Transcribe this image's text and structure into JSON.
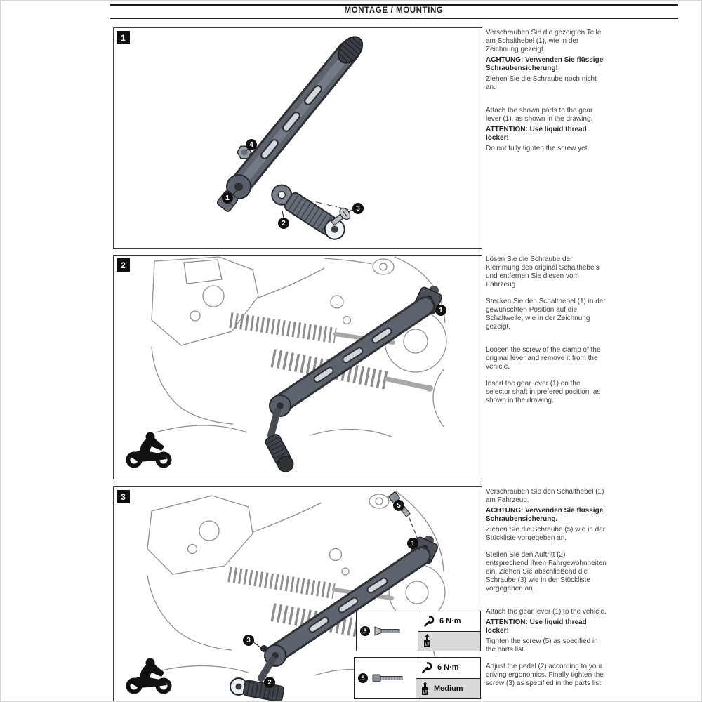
{
  "header": {
    "title": "MONTAGE / MOUNTING"
  },
  "steps": [
    {
      "number": "1",
      "de": {
        "p1": "Verschrauben Sie die gezeigten Teile am Schalthebel (1), wie in der Zeichnung gezeigt.",
        "p2": "ACHTUNG: Verwenden Sie flüssige Schraubensicherung!",
        "p3": "Ziehen Sie die Schraube noch nicht an."
      },
      "en": {
        "p1": "Attach the shown parts to the gear lever (1), as shown in the drawing.",
        "p2": "ATTENTION: Use liquid thread locker!",
        "p3": "Do not fully tighten the screw yet."
      },
      "callouts": {
        "c1": "4",
        "c2": "1",
        "c3": "2",
        "c4": "3"
      }
    },
    {
      "number": "2",
      "de": {
        "p1": "Lösen Sie die Schraube der Klemmung des original Schalthebels und entfernen Sie diesen vom Fahrzeug.",
        "p2": "Stecken Sie den Schalthebel (1) in der gewünschten Position auf die Schaltwelle, wie in der Zeichnung gezeigt."
      },
      "en": {
        "p1": "Loosen the screw of the clamp of the original lever and remove it from the vehicle.",
        "p2": "Insert the gear lever (1) on the selector shaft in prefered position, as shown in the drawing."
      },
      "callouts": {
        "c1": "1"
      }
    },
    {
      "number": "3",
      "de": {
        "p1": "Verschrauben Sie den Schalthebel (1) am Fahrzeug.",
        "p2": "ACHTUNG: Verwenden Sie flüssige Schraubensicherung.",
        "p3": "Ziehen Sie die Schraube (5) wie in der Stückliste vorgegeben an.",
        "p4": "Stellen Sie den Auftritt (2) entsprechend Ihren Fahrgewohnheiten ein. Ziehen Sie abschließend die Schraube (3) wie in der Stückliste vorgegeben an."
      },
      "en": {
        "p1": "Attach the gear lever (1) to the vehicle.",
        "p2": "ATTENTION: Use liquid thread locker!",
        "p3": "Tighten the screw (5) as specified in the parts list.",
        "p4": "Adjust the pedal (2) according to your driving ergonomics. Finally tighten the screw (3) as specified in the parts list."
      },
      "callouts": {
        "c1": "5",
        "c2": "1",
        "c3": "3",
        "c4": "2"
      }
    }
  ],
  "torque_tables": [
    {
      "item": "3",
      "torque": "6 N·m",
      "locker_code": "LT",
      "locker_label": ""
    },
    {
      "item": "5",
      "torque": "6 N·m",
      "locker_code": "LT",
      "locker_label": "Medium"
    }
  ]
}
